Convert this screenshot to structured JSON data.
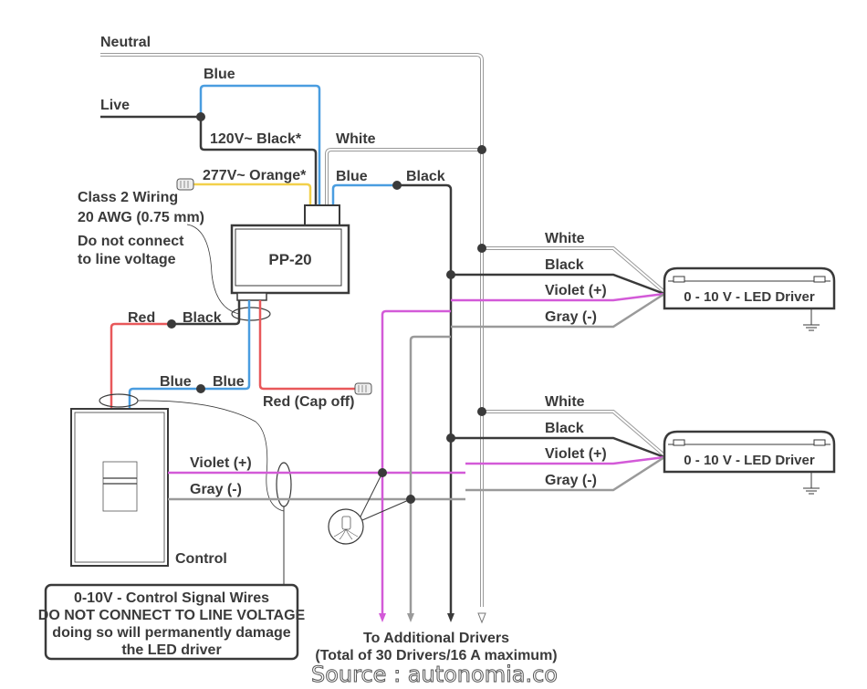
{
  "colors": {
    "black": "#3a3a3a",
    "blue": "#4a9de0",
    "red": "#e8585a",
    "orange": "#f2d04a",
    "violet": "#d35ad8",
    "gray": "#9a9a9a",
    "white_wire": "#9a9a9a",
    "text": "#3a3a3a"
  },
  "labels": {
    "neutral": "Neutral",
    "live": "Live",
    "blue_top": "Blue",
    "v120_black": "120V~  Black*",
    "white_top": "White",
    "v277_orange": "277V~  Orange*",
    "blue_mid": "Blue",
    "black_mid": "Black",
    "class2_line1": "Class 2 Wiring",
    "class2_line2": "20 AWG (0.75 mm)",
    "noconnect_line1": "Do not connect",
    "noconnect_line2": "to line voltage",
    "pp20": "PP-20",
    "red_left": "Red",
    "black_left": "Black",
    "blue_left": "Blue",
    "blue_right": "Blue",
    "red_capoff": "Red (Cap off)",
    "violet_ctrl": "Violet (+)",
    "gray_ctrl": "Gray (-)",
    "control": "Control",
    "warning_line1": "0-10V - Control Signal Wires",
    "warning_line2": "DO NOT CONNECT TO LINE VOLTAGE",
    "warning_line3": "doing so will permanently damage",
    "warning_line4": "the LED driver",
    "additional_line1": "To Additional Drivers",
    "additional_line2": "(Total of 30 Drivers/16 A maximum)",
    "source": "Source : autonomia.co"
  },
  "drivers": [
    {
      "label": "0 - 10 V -   LED Driver",
      "wires": {
        "white": "White",
        "black": "Black",
        "violet": "Violet (+)",
        "gray": "Gray (-)"
      }
    },
    {
      "label": "0 - 10 V -   LED Driver",
      "wires": {
        "white": "White",
        "black": "Black",
        "violet": "Violet (+)",
        "gray": "Gray (-)"
      }
    }
  ]
}
